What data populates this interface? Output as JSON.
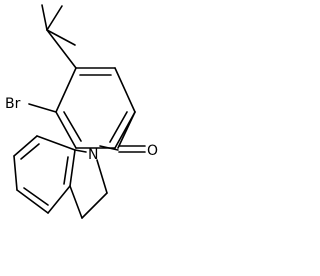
{
  "molecule": {
    "atoms": {
      "bromine": "Br",
      "oxygen": "O",
      "nitrogen": "N"
    }
  }
}
